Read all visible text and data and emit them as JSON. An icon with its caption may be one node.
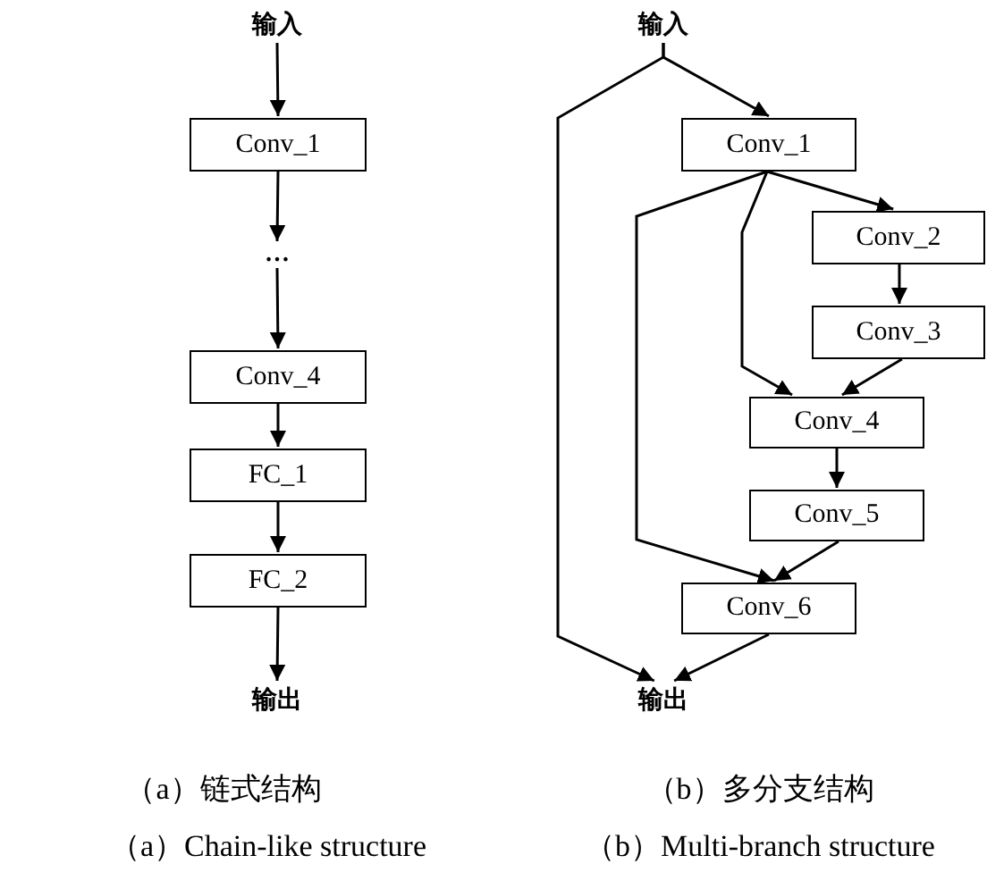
{
  "diagram": {
    "nodes": [
      {
        "text": [
          "输入"
        ]
      },
      {
        "text": [
          "Conv_1"
        ]
      },
      {
        "text": [
          "…"
        ]
      },
      {
        "text": [
          "Conv_4"
        ]
      },
      {
        "text": [
          "FC_1"
        ]
      },
      {
        "text": [
          "FC_2"
        ]
      },
      {
        "text": [
          "输出"
        ]
      },
      {
        "text": [
          "输入"
        ]
      },
      {
        "text": [
          "Conv_1"
        ]
      },
      {
        "text": [
          "Conv_2"
        ]
      },
      {
        "text": [
          "Conv_3"
        ]
      },
      {
        "text": [
          "Conv_4"
        ]
      },
      {
        "text": [
          "Conv_5"
        ]
      },
      {
        "text": [
          "Conv_6"
        ]
      },
      {
        "text": [
          "输出"
        ]
      }
    ],
    "edges": [
      {
        "from": 0,
        "to": 1,
        "arrow": "to"
      },
      {
        "from": 1,
        "to": 2,
        "arrow": "to"
      },
      {
        "from": 2,
        "to": 3,
        "arrow": "to"
      },
      {
        "from": 3,
        "to": 4,
        "arrow": "to"
      },
      {
        "from": 4,
        "to": 5,
        "arrow": "to"
      },
      {
        "from": 5,
        "to": 6,
        "arrow": "to"
      },
      {
        "from": 7,
        "to": 8,
        "arrow": "to"
      },
      {
        "from": 7,
        "to": 14,
        "arrow": "to"
      },
      {
        "from": 8,
        "to": 9,
        "arrow": "to"
      },
      {
        "from": 8,
        "to": 11,
        "arrow": "to"
      },
      {
        "from": 8,
        "to": 13,
        "arrow": "to"
      },
      {
        "from": 9,
        "to": 10,
        "arrow": "to"
      },
      {
        "from": 10,
        "to": 11,
        "arrow": "to"
      },
      {
        "from": 11,
        "to": 12,
        "arrow": "to"
      },
      {
        "from": 12,
        "to": 13,
        "arrow": "to"
      },
      {
        "from": 13,
        "to": 14,
        "arrow": "to"
      }
    ],
    "labels": [
      "（a）链式结构",
      "（b）多分支结构",
      "（a）Chain-like structure",
      "（b）Multi-branch structure"
    ]
  }
}
